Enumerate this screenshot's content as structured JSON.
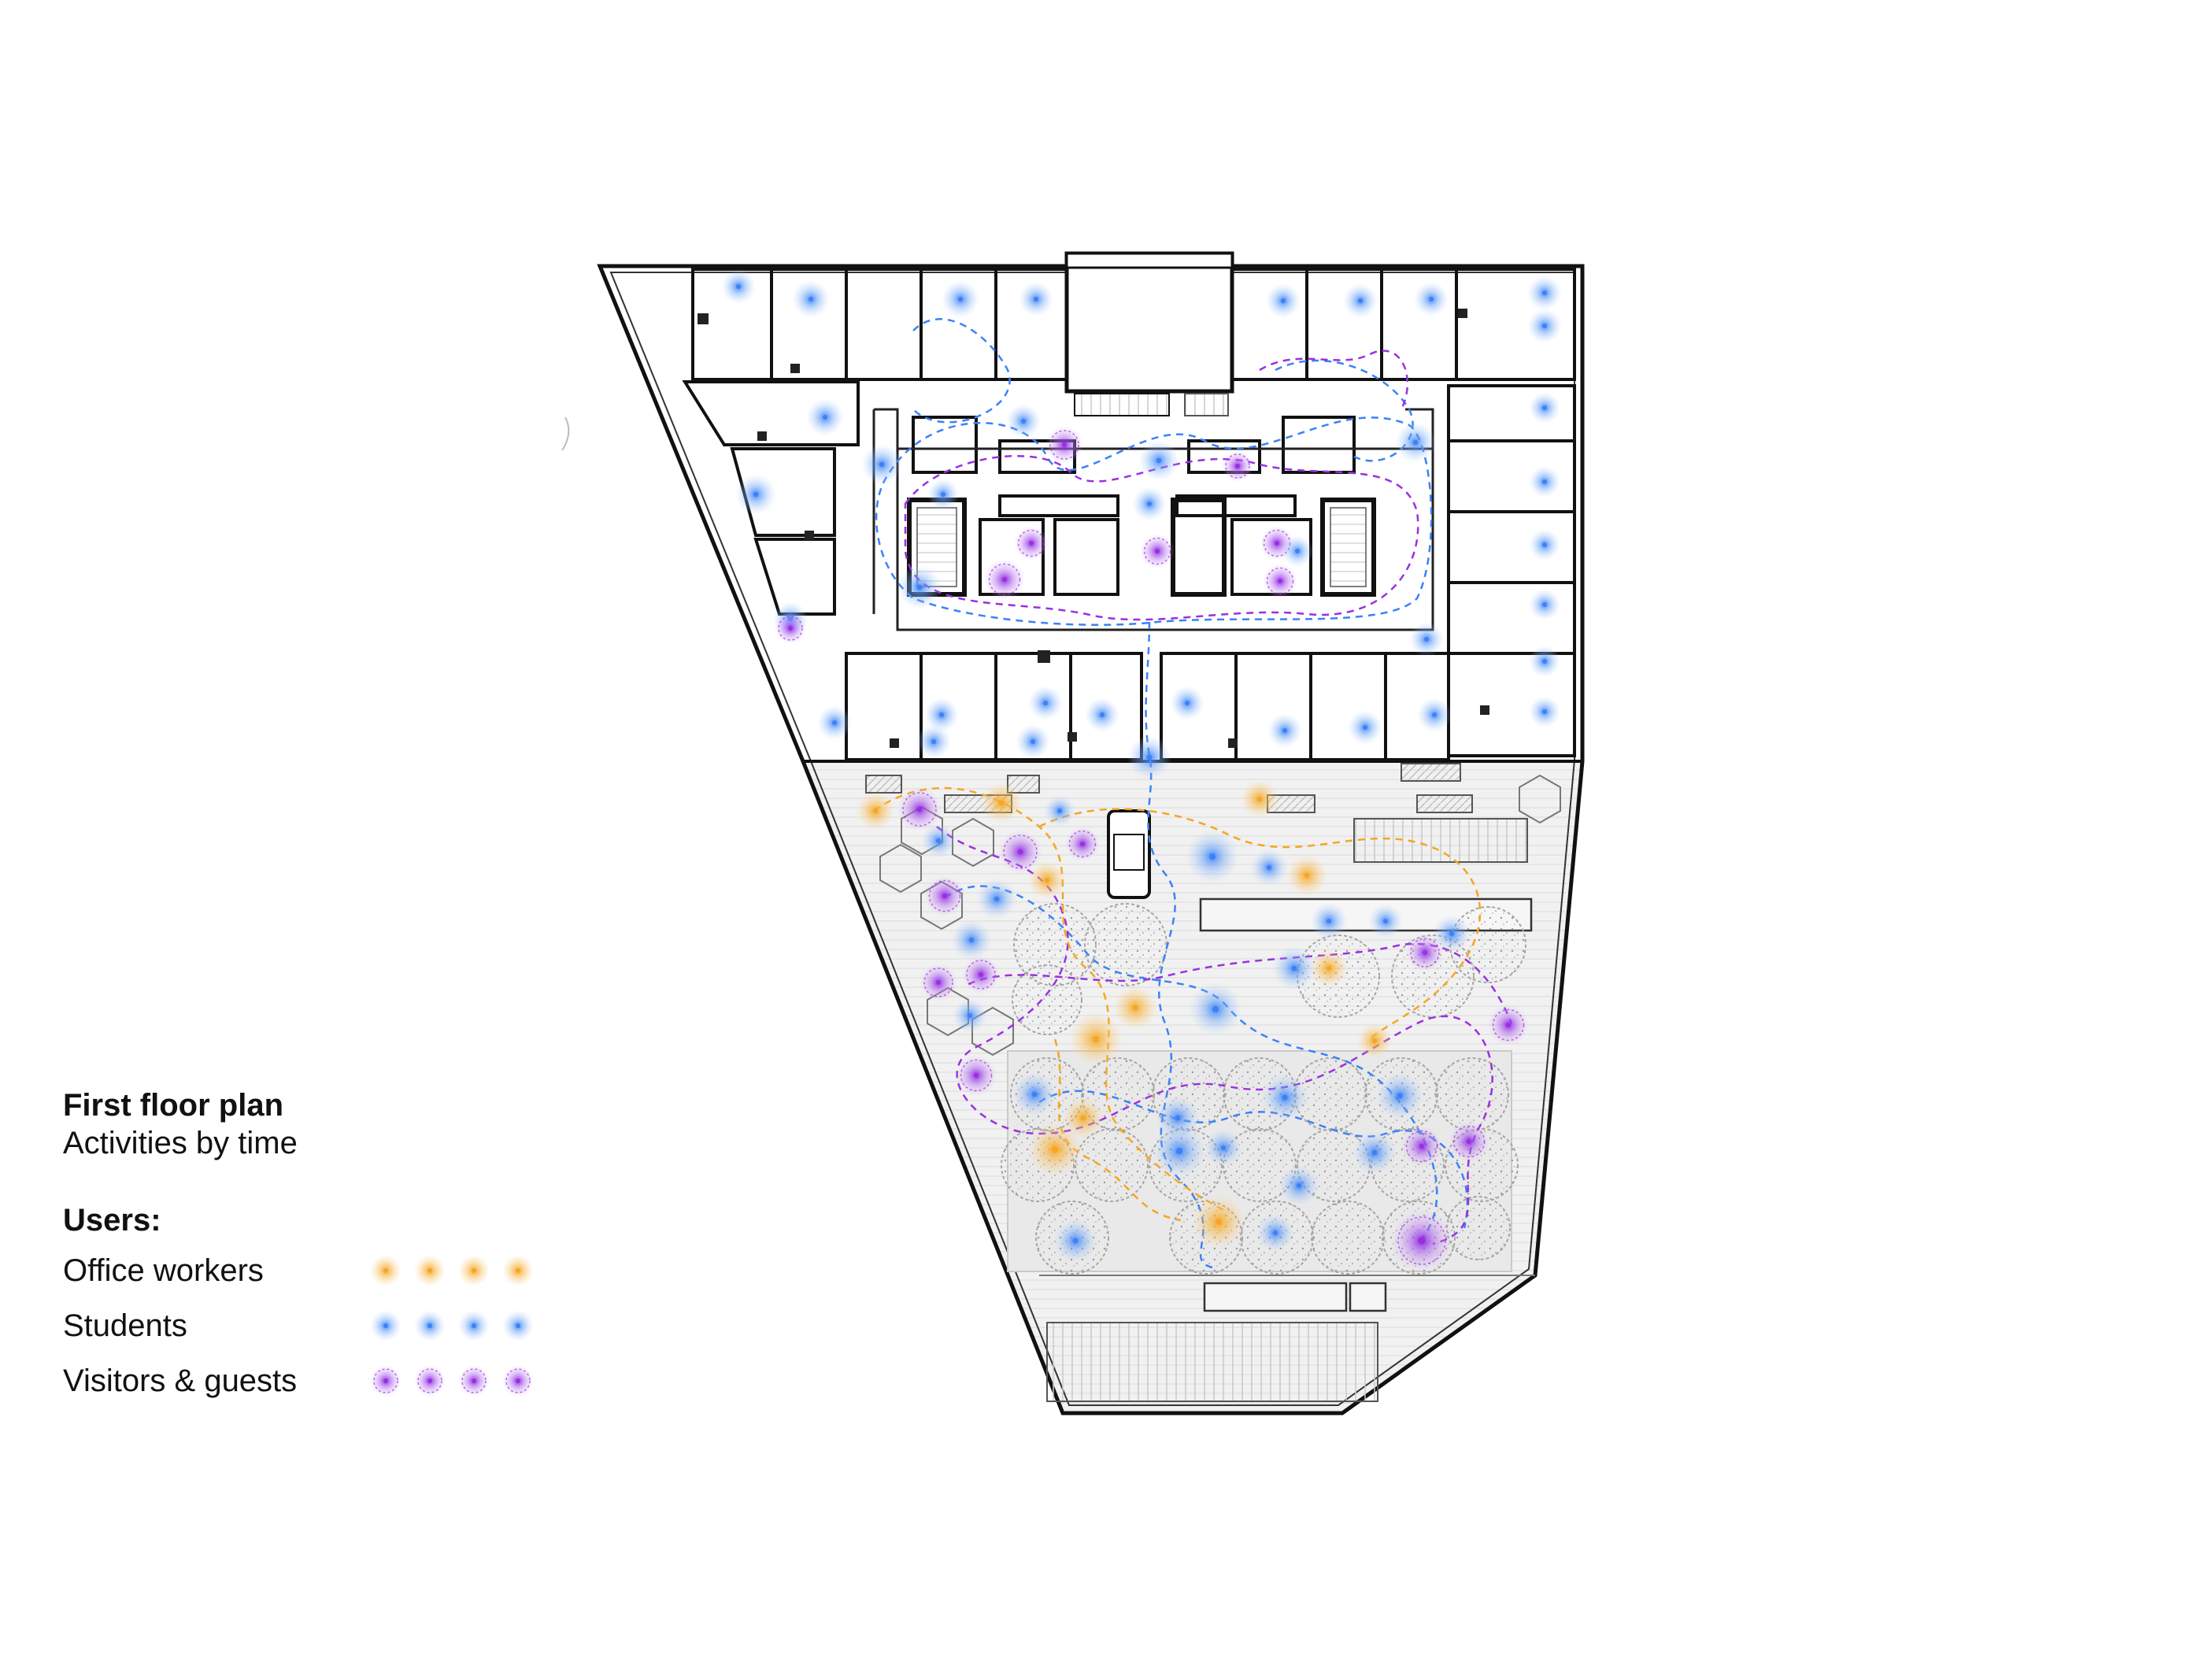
{
  "legend": {
    "title": "First floor plan",
    "subtitle": "Activities by time",
    "users_heading": "Users:",
    "users": [
      {
        "label": "Office workers",
        "color": "#f5a623"
      },
      {
        "label": "Students",
        "color": "#3b82f6"
      },
      {
        "label": "Visitors & guests",
        "color": "#9b30e0"
      }
    ]
  }
}
